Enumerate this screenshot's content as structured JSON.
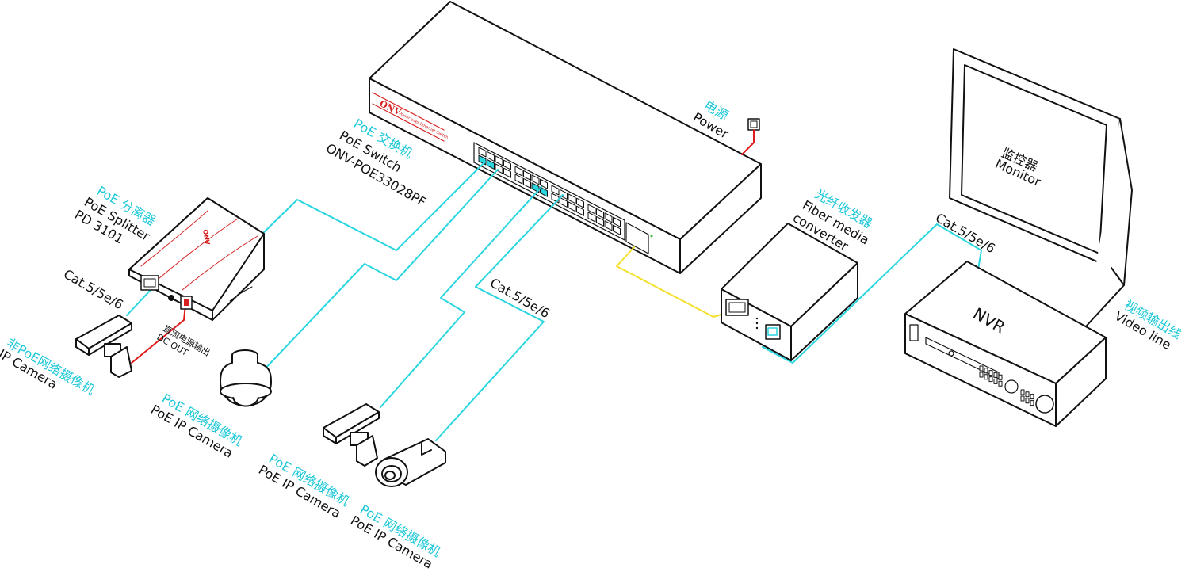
{
  "colors": {
    "poe_cable": "#29d6e0",
    "fiber_cable": "#f2e02a",
    "power_cable": "#e01b1b",
    "outline": "#111111",
    "brand_red": "#d62020"
  },
  "switch": {
    "label_cn": "PoE 交换机",
    "label_en": "PoE  Switch",
    "model": "ONV-POE33028PF",
    "brand": "ONV",
    "front_text": "Power over Ethernet Switch"
  },
  "power": {
    "label_cn": "电源",
    "label_en": "Power"
  },
  "splitter": {
    "label_cn": "PoE 分离器",
    "label_en": "PoE Splitter",
    "model": "PD 3101",
    "brand": "ONV",
    "dc_out_cn": "直流电源输出",
    "dc_out_en": "DC OUT"
  },
  "cables": {
    "cat_label_splitter": "Cat.5/5e/6",
    "cat_label_middle": "Cat.5/5e/6",
    "cat_label_nvr": "Cat.5/5e/6"
  },
  "cameras": {
    "non_poe": {
      "label_cn": "非PoE网络摄像机",
      "label_en": "IP Camera"
    },
    "dome": {
      "label_cn": "PoE 网络摄像机",
      "label_en": "PoE IP Camera"
    },
    "box": {
      "label_cn": "PoE 网络摄像机",
      "label_en": "PoE IP Camera"
    },
    "bullet": {
      "label_cn": "PoE 网络摄像机",
      "label_en": "PoE IP Camera"
    }
  },
  "fiber": {
    "label_cn": "光纤收发器",
    "label_en_line1": "Fiber media",
    "label_en_line2": "converter"
  },
  "monitor": {
    "label_cn": "监控器",
    "label_en": "Monitor"
  },
  "nvr": {
    "label": "NVR"
  },
  "video_line": {
    "label_cn": "视频输出线",
    "label_en": "Video line"
  }
}
